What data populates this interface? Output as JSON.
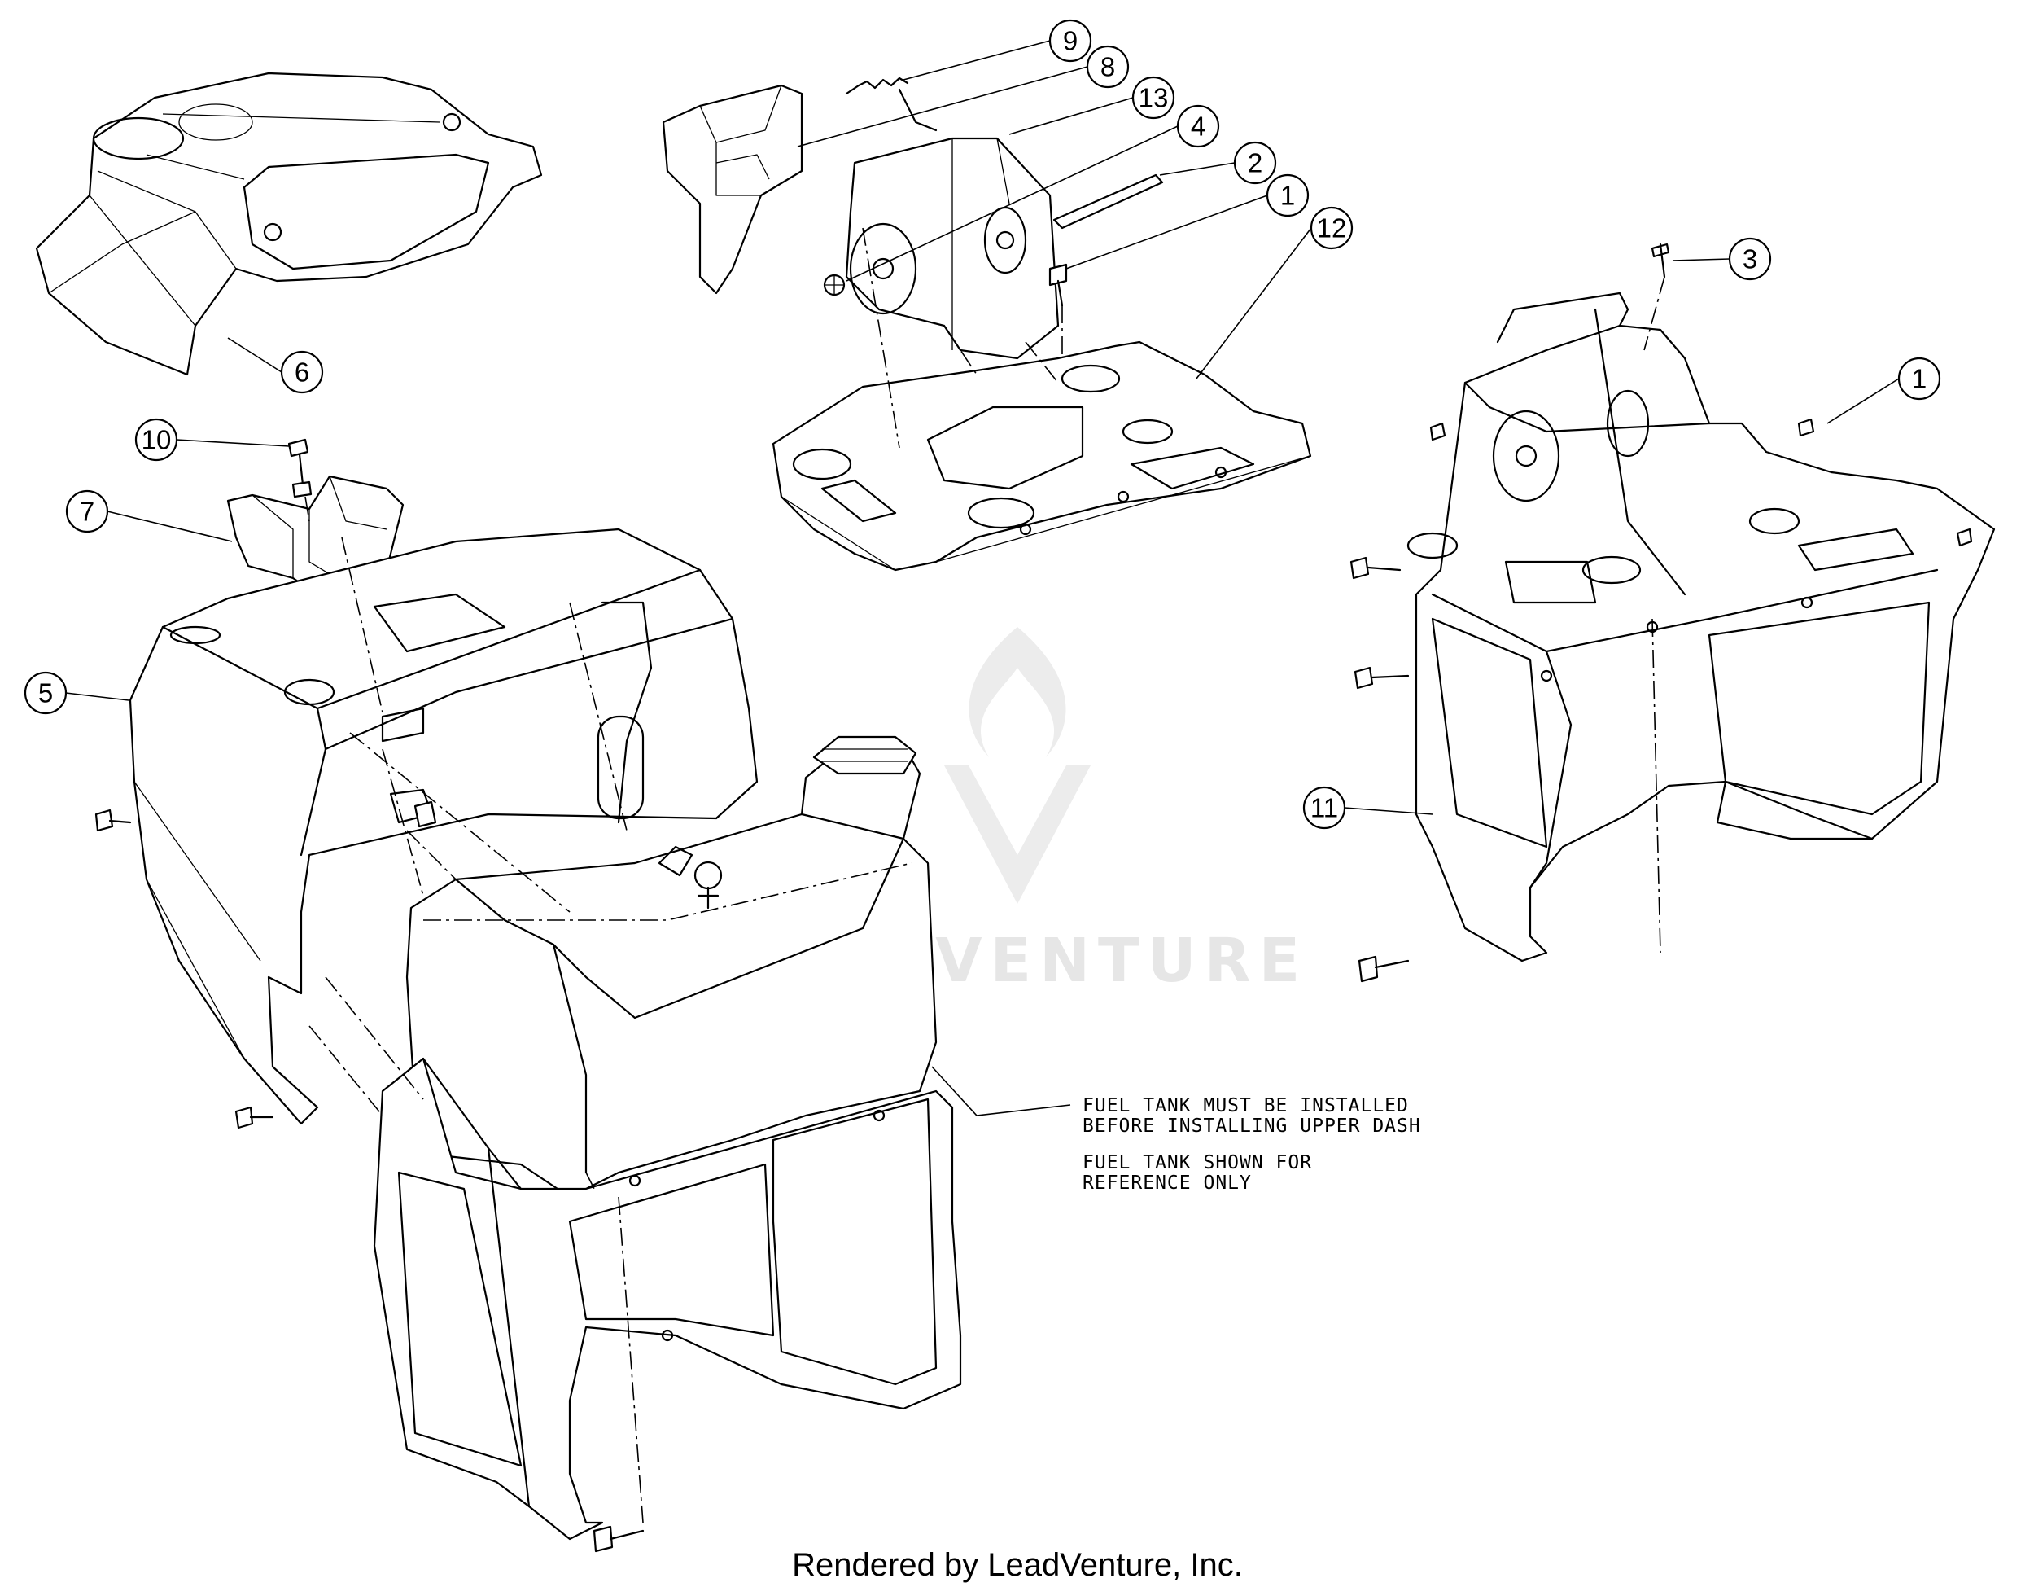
{
  "watermark": {
    "brand_text": "LEADVENTURE",
    "color": "#e6e6e6"
  },
  "callouts": [
    {
      "id": "callout-9",
      "label": "9"
    },
    {
      "id": "callout-8",
      "label": "8"
    },
    {
      "id": "callout-13",
      "label": "13"
    },
    {
      "id": "callout-4",
      "label": "4"
    },
    {
      "id": "callout-2",
      "label": "2"
    },
    {
      "id": "callout-1-top",
      "label": "1"
    },
    {
      "id": "callout-12",
      "label": "12"
    },
    {
      "id": "callout-3",
      "label": "3"
    },
    {
      "id": "callout-1-right",
      "label": "1"
    },
    {
      "id": "callout-6",
      "label": "6"
    },
    {
      "id": "callout-10",
      "label": "10"
    },
    {
      "id": "callout-7",
      "label": "7"
    },
    {
      "id": "callout-5",
      "label": "5"
    },
    {
      "id": "callout-11",
      "label": "11"
    }
  ],
  "notes": {
    "install_line1": "FUEL TANK MUST BE INSTALLED",
    "install_line2": "BEFORE INSTALLING UPPER DASH",
    "ref_line1": "FUEL TANK SHOWN FOR",
    "ref_line2": "REFERENCE ONLY"
  },
  "footer": {
    "credit": "Rendered by LeadVenture, Inc."
  }
}
